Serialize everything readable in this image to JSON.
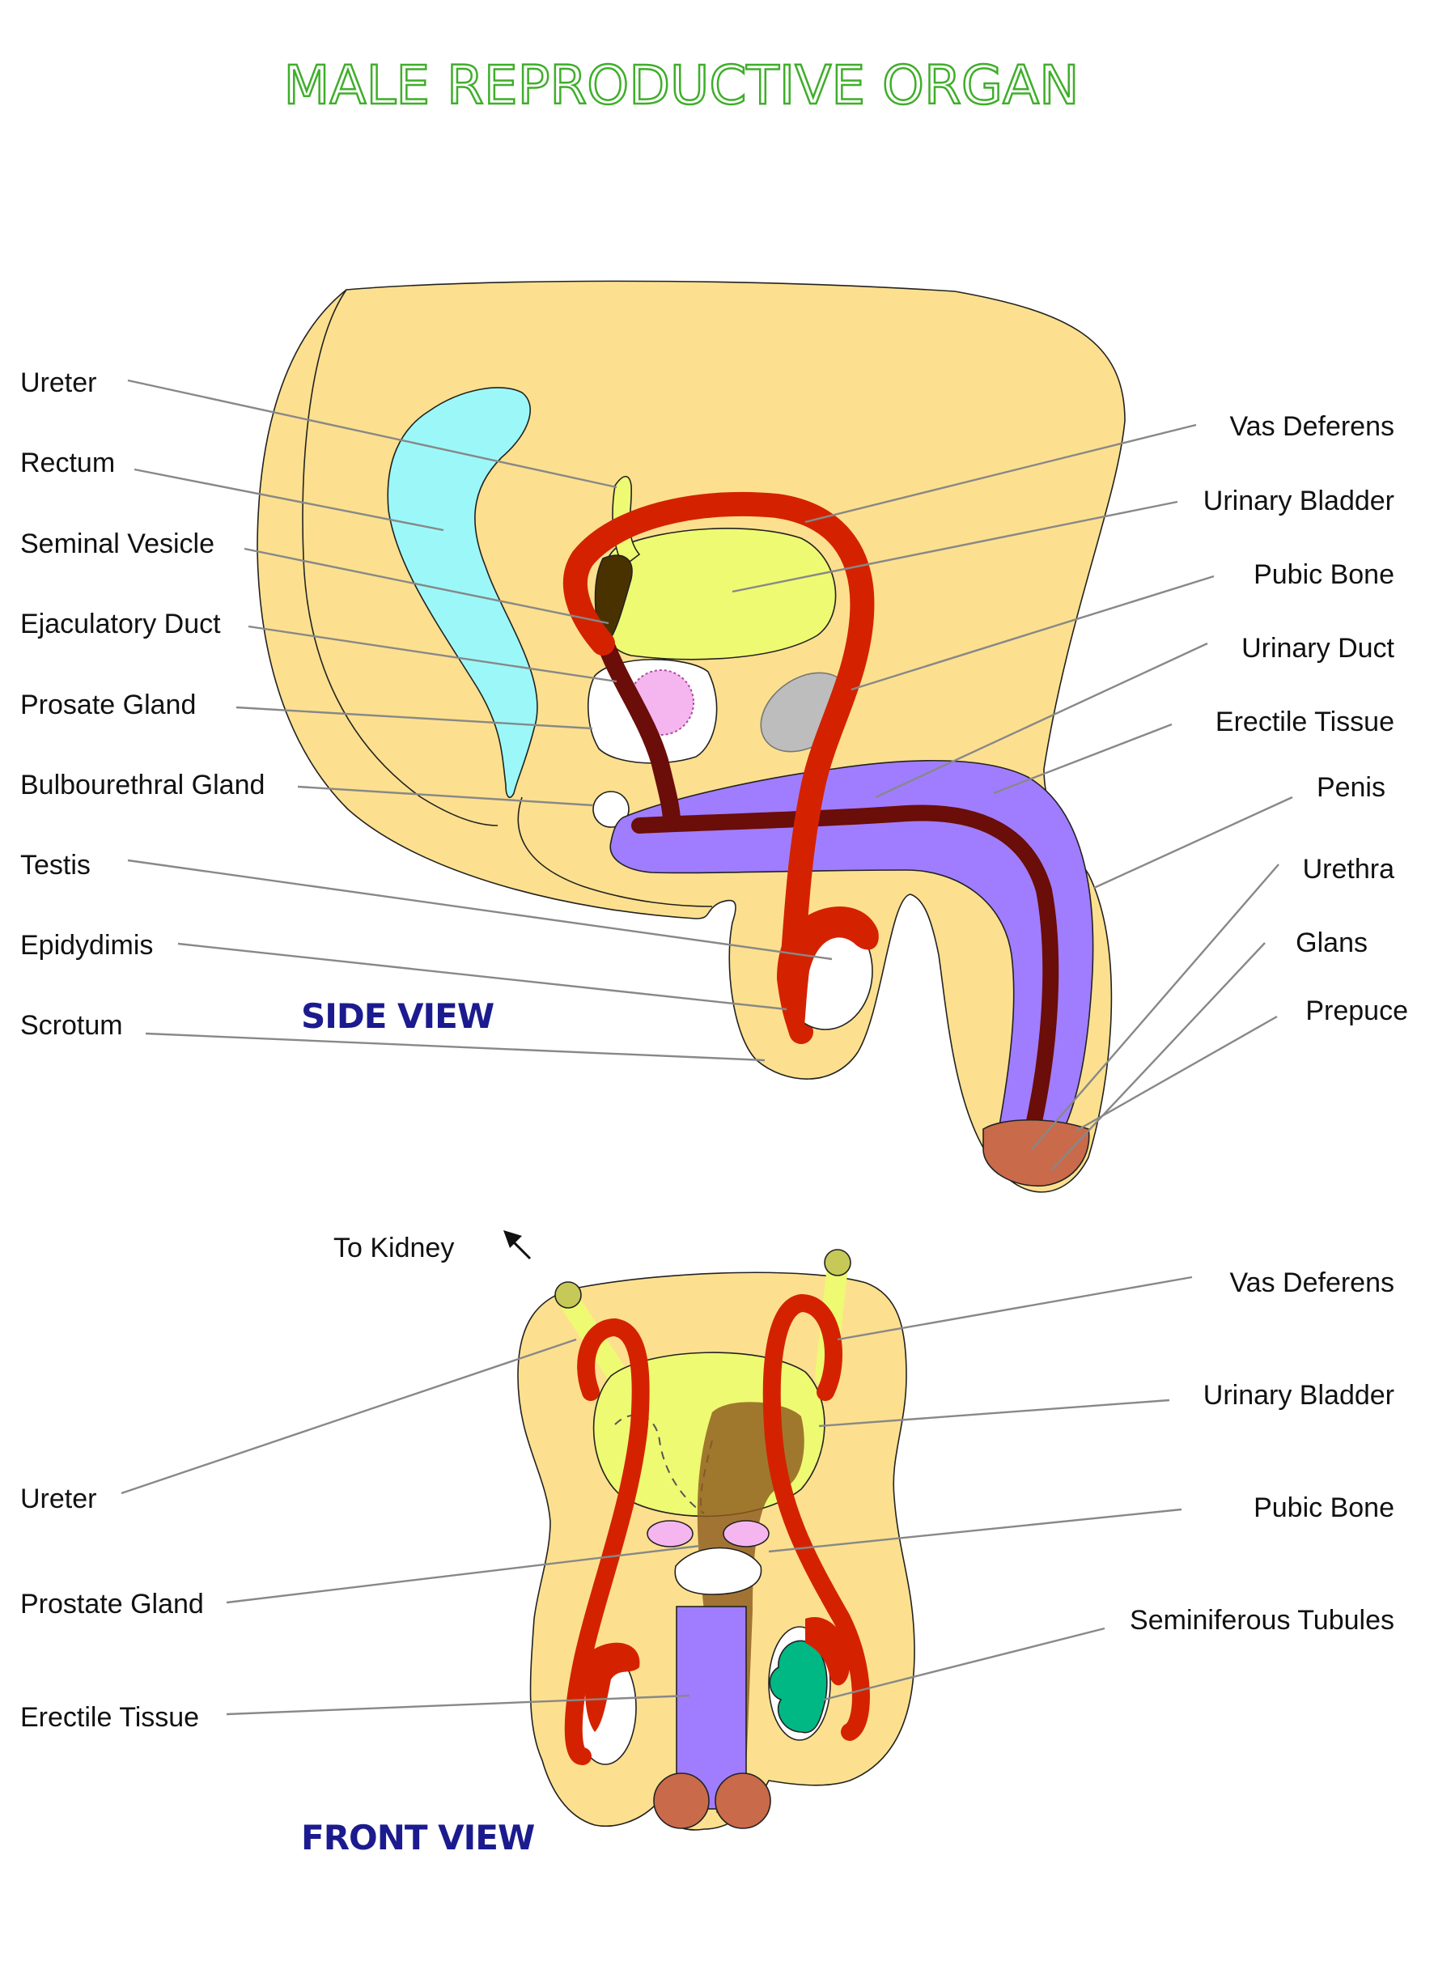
{
  "title": "MALE REPRODUCTIVE ORGAN",
  "colors": {
    "title_fill": "#ffffff",
    "title_stroke": "#3fae2a",
    "view_label": "#1b1b8f",
    "body": "#fce08f",
    "rectum": "#9cf8f8",
    "bladder": "#eefa72",
    "vas": "#d42200",
    "duct": "#6b0d08",
    "erectile": "#a07dff",
    "prepuce": "#c96a4a",
    "seminiferous": "#00b884"
  },
  "side_view": {
    "heading": "SIDE VIEW",
    "labels_left": [
      "Ureter",
      "Rectum",
      "Seminal Vesicle",
      "Ejaculatory Duct",
      "Prosate Gland",
      "Bulbourethral Gland",
      "Testis",
      "Epidydimis",
      "Scrotum"
    ],
    "labels_right": [
      "Vas Deferens",
      "Urinary Bladder",
      "Pubic Bone",
      "Urinary Duct",
      "Erectile Tissue",
      "Penis",
      "Urethra",
      "Glans",
      "Prepuce"
    ]
  },
  "front_view": {
    "heading": "FRONT VIEW",
    "to_kidney": "To Kidney",
    "labels_left": [
      "Ureter",
      "Prostate Gland",
      "Erectile Tissue"
    ],
    "labels_right": [
      "Vas Deferens",
      "Urinary Bladder",
      "Pubic Bone",
      "Seminiferous Tubules"
    ]
  }
}
